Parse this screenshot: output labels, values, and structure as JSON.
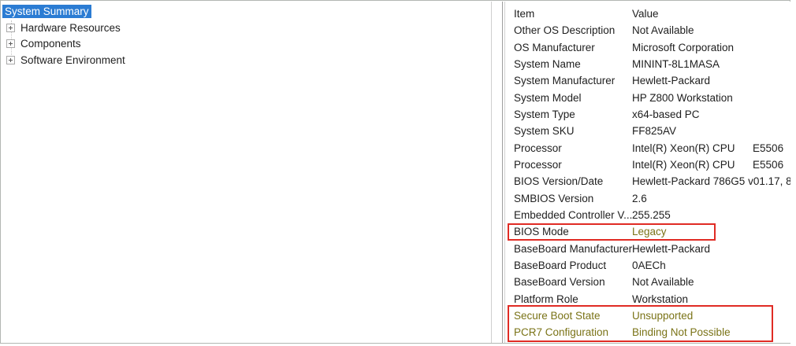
{
  "tree": {
    "items": [
      {
        "label": "System Summary",
        "selected": true,
        "expandable": false
      },
      {
        "label": "Hardware Resources",
        "selected": false,
        "expandable": true
      },
      {
        "label": "Components",
        "selected": false,
        "expandable": true
      },
      {
        "label": "Software Environment",
        "selected": false,
        "expandable": true
      }
    ]
  },
  "table": {
    "columns": [
      "Item",
      "Value"
    ],
    "rows": [
      {
        "item": "Other OS Description",
        "value": "Not Available"
      },
      {
        "item": "OS Manufacturer",
        "value": "Microsoft Corporation"
      },
      {
        "item": "System Name",
        "value": "MININT-8L1MASA"
      },
      {
        "item": "System Manufacturer",
        "value": "Hewlett-Packard"
      },
      {
        "item": "System Model",
        "value": "HP Z800 Workstation"
      },
      {
        "item": "System Type",
        "value": "x64-based PC"
      },
      {
        "item": "System SKU",
        "value": "FF825AV"
      },
      {
        "item": "Processor",
        "value": "Intel(R) Xeon(R) CPU      E5506"
      },
      {
        "item": "Processor",
        "value": "Intel(R) Xeon(R) CPU      E5506"
      },
      {
        "item": "BIOS Version/Date",
        "value": "Hewlett-Packard 786G5 v01.17, 8/"
      },
      {
        "item": "SMBIOS Version",
        "value": "2.6"
      },
      {
        "item": "Embedded Controller V...",
        "value": "255.255"
      },
      {
        "item": "BIOS Mode",
        "value": "Legacy",
        "value_highlight": true
      },
      {
        "item": "BaseBoard Manufacturer",
        "value": "Hewlett-Packard"
      },
      {
        "item": "BaseBoard Product",
        "value": "0AECh"
      },
      {
        "item": "BaseBoard Version",
        "value": "Not Available"
      },
      {
        "item": "Platform Role",
        "value": "Workstation"
      },
      {
        "item": "Secure Boot State",
        "value": "Unsupported",
        "highlight": true
      },
      {
        "item": "PCR7 Configuration",
        "value": "Binding Not Possible",
        "highlight": true
      }
    ]
  },
  "annotations": {
    "boxes": [
      "bios-mode-row",
      "secure-boot-and-pcr7-rows"
    ]
  },
  "colors": {
    "selection_blue": "#2b7cd3",
    "highlight_text_olive": "#7a7317",
    "annotation_red": "#e02b24"
  }
}
